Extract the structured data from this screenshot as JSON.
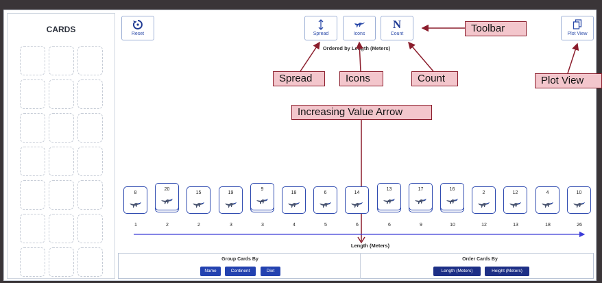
{
  "sidebar": {
    "title": "CARDS",
    "slot_count": 21
  },
  "toolbar": {
    "reset_label": "Reset",
    "spread_label": "Spread",
    "icons_label": "Icons",
    "count_label": "Count",
    "count_glyph": "N",
    "plot_view_label": "Plot View"
  },
  "view": {
    "subtitle": "Ordered by Length (Meters)",
    "axis_title": "Length (Meters)"
  },
  "callouts": {
    "toolbar": "Toolbar",
    "spread": "Spread",
    "icons": "Icons",
    "count": "Count",
    "plot_view": "Plot View",
    "arrow": "Increasing Value Arrow"
  },
  "cards": [
    {
      "number": "8",
      "axis_value": "1",
      "stacked": false,
      "icon": "dinosaur-icon"
    },
    {
      "number": "20",
      "axis_value": "2",
      "stacked": true,
      "icon": "dinosaur-icon"
    },
    {
      "number": "15",
      "axis_value": "2",
      "stacked": false,
      "icon": "dinosaur-icon"
    },
    {
      "number": "19",
      "axis_value": "3",
      "stacked": false,
      "icon": "dinosaur-icon"
    },
    {
      "number": "9",
      "axis_value": "3",
      "stacked": true,
      "icon": "dinosaur-icon"
    },
    {
      "number": "18",
      "axis_value": "4",
      "stacked": false,
      "icon": "dinosaur-icon"
    },
    {
      "number": "6",
      "axis_value": "5",
      "stacked": false,
      "icon": "dinosaur-icon"
    },
    {
      "number": "14",
      "axis_value": "6",
      "stacked": false,
      "icon": "dinosaur-icon"
    },
    {
      "number": "13",
      "axis_value": "6",
      "stacked": true,
      "icon": "dinosaur-icon"
    },
    {
      "number": "17",
      "axis_value": "9",
      "stacked": true,
      "icon": "dinosaur-icon"
    },
    {
      "number": "16",
      "axis_value": "10",
      "stacked": true,
      "icon": "dinosaur-icon"
    },
    {
      "number": "2",
      "axis_value": "12",
      "stacked": false,
      "icon": "dinosaur-icon"
    },
    {
      "number": "12",
      "axis_value": "13",
      "stacked": false,
      "icon": "dinosaur-icon"
    },
    {
      "number": "4",
      "axis_value": "18",
      "stacked": false,
      "icon": "dinosaur-icon"
    },
    {
      "number": "10",
      "axis_value": "26",
      "stacked": false,
      "icon": "dinosaur-icon"
    }
  ],
  "group_panel": {
    "title": "Group Cards By",
    "buttons": [
      "Name",
      "Continent",
      "Diet"
    ]
  },
  "order_panel": {
    "title": "Order Cards By",
    "buttons": [
      "Length (Meters)",
      "Height (Meters)"
    ]
  },
  "colors": {
    "accent": "#2342b0",
    "callout_bg": "#f3c6cc",
    "callout_border": "#8b1d2c",
    "arrow": "#3b3bd8"
  }
}
